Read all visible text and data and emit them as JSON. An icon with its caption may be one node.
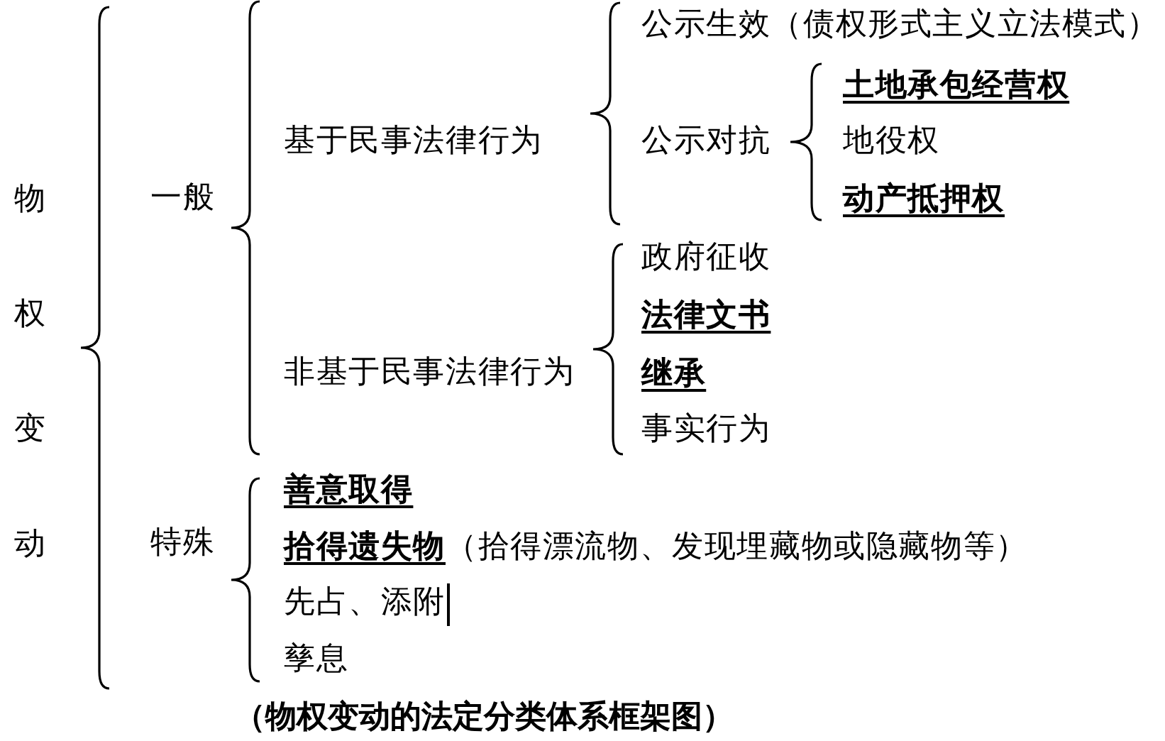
{
  "diagram": {
    "caption": "（物权变动的法定分类体系框架图）",
    "nodes": [
      {
        "text": [
          "物权变动"
        ]
      },
      {
        "text": [
          "一般"
        ]
      },
      {
        "text": [
          "特殊"
        ]
      },
      {
        "text": [
          "基于民事法律行为"
        ]
      },
      {
        "text": [
          "非基于民事法律行为"
        ]
      },
      {
        "text": [
          "公示生效（债权形式主义立法模式）"
        ]
      },
      {
        "text": [
          "公示对抗"
        ]
      },
      {
        "text": [
          "土地承包经营权"
        ]
      },
      {
        "text": [
          "地役权"
        ]
      },
      {
        "text": [
          "动产抵押权"
        ]
      },
      {
        "text": [
          "政府征收"
        ]
      },
      {
        "text": [
          "法律文书"
        ]
      },
      {
        "text": [
          "继承"
        ]
      },
      {
        "text": [
          "事实行为"
        ]
      },
      {
        "text": [
          "善意取得"
        ]
      },
      {
        "text": [
          "**拾得遗失物**（拾得漂流物、发现埋藏物或隐藏物等）"
        ]
      },
      {
        "text": [
          "先占、添附"
        ]
      },
      {
        "text": [
          "孳息"
        ]
      }
    ]
  }
}
